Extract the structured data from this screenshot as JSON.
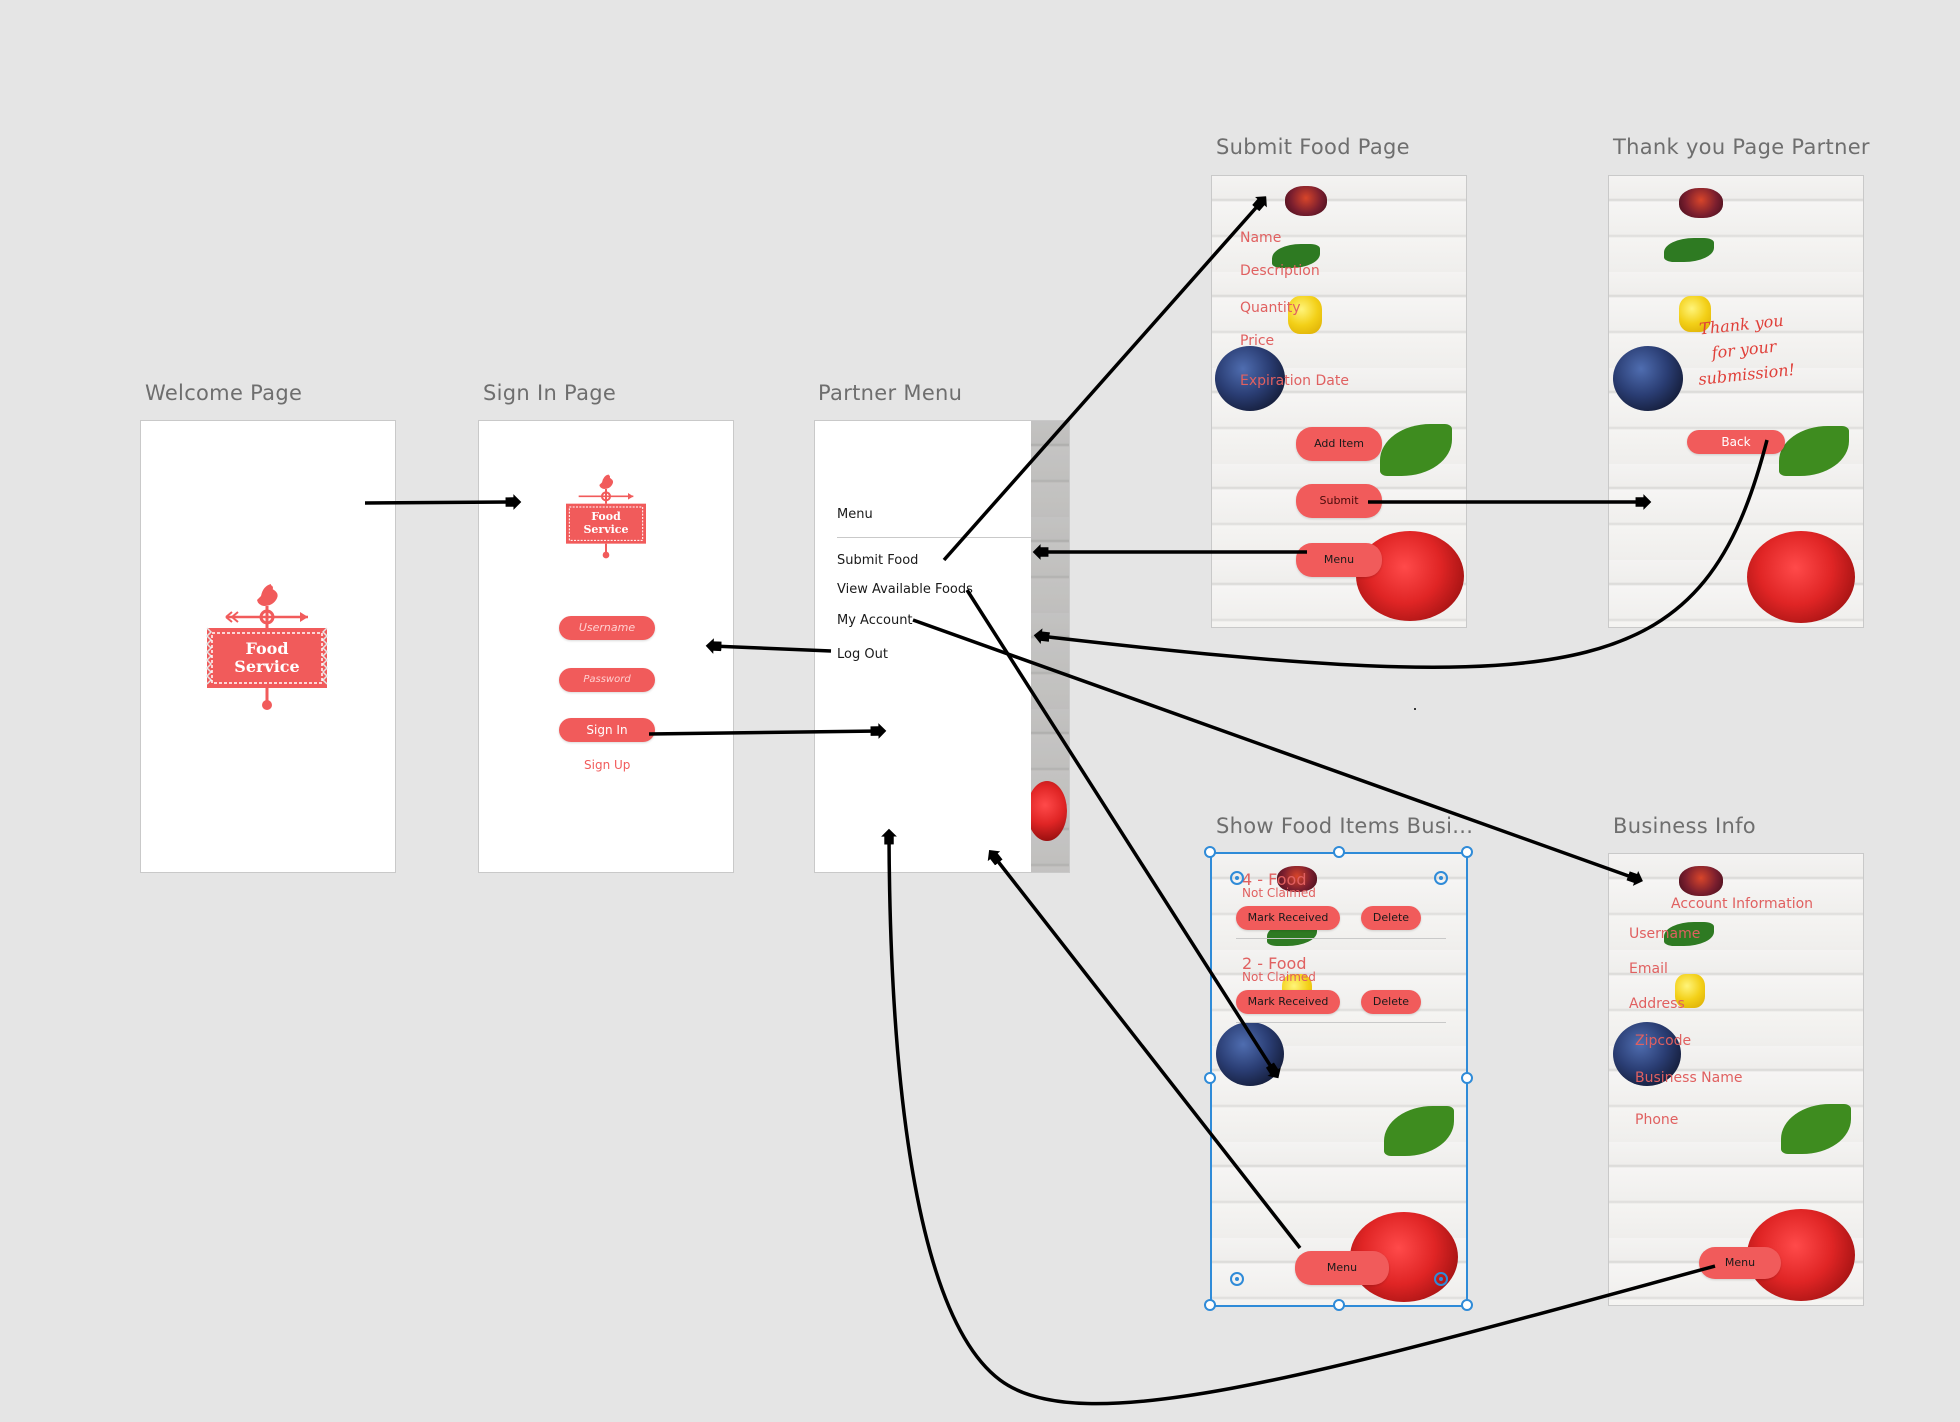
{
  "artboards": {
    "welcome": {
      "title": "Welcome Page",
      "logo_line1": "Food",
      "logo_line2": "Service"
    },
    "signin": {
      "title": "Sign In Page",
      "logo_line1": "Food",
      "logo_line2": "Service",
      "username_placeholder": "Username",
      "password_placeholder": "Password",
      "sign_in": "Sign In",
      "sign_up": "Sign Up"
    },
    "partner_menu": {
      "title": "Partner Menu",
      "heading": "Menu",
      "items": [
        "Submit Food",
        "View Available Foods",
        "My Account",
        "Log Out"
      ]
    },
    "submit_food": {
      "title": "Submit Food Page",
      "fields": [
        "Name",
        "Description",
        "Quantity",
        "Price",
        "Expiration Date"
      ],
      "add_item": "Add Item",
      "submit": "Submit",
      "menu": "Menu"
    },
    "thank_you": {
      "title": "Thank you Page Partner",
      "message_line1": "Thank you",
      "message_line2": "for your",
      "message_line3": "submission!",
      "back": "Back"
    },
    "show_food": {
      "title": "Show Food Items Busi...",
      "items": [
        {
          "label": "4 - Food",
          "status": "Not Claimed",
          "mark": "Mark Received",
          "delete": "Delete"
        },
        {
          "label": "2 - Food",
          "status": "Not Claimed",
          "mark": "Mark Received",
          "delete": "Delete"
        }
      ],
      "menu": "Menu"
    },
    "business_info": {
      "title": "Business Info",
      "heading": "Account Information",
      "fields": [
        "Username",
        "Email",
        "Address",
        "Zipcode",
        "Business Name",
        "Phone"
      ],
      "menu": "Menu"
    }
  },
  "colors": {
    "canvas": "#e5e5e5",
    "brand_red": "#f15b5b",
    "label_red": "#e06060",
    "selection_blue": "#2f8bd8",
    "connector": "#000000"
  },
  "icons": [
    "weathervane-logo-icon",
    "arrow-connector"
  ]
}
